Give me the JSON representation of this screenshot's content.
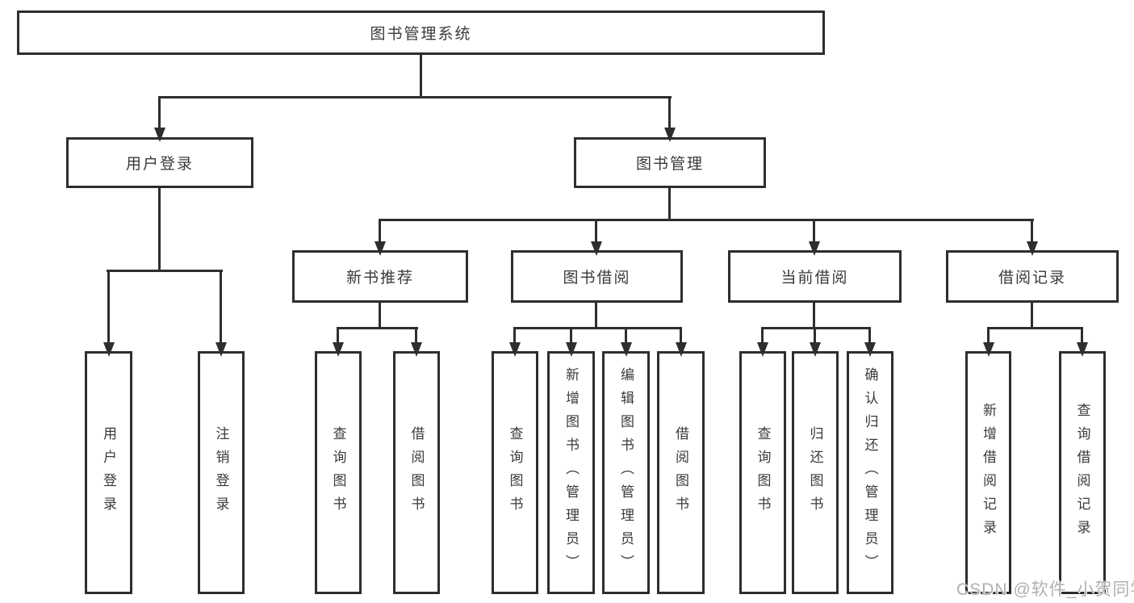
{
  "diagram": {
    "root": {
      "label": "图书管理系统"
    },
    "branches": [
      {
        "label": "用户登录",
        "children": [
          {
            "label": "用户登录"
          },
          {
            "label": "注销登录"
          }
        ]
      },
      {
        "label": "图书管理",
        "children": [
          {
            "label": "新书推荐",
            "children": [
              {
                "label": "查询图书"
              },
              {
                "label": "借阅图书"
              }
            ]
          },
          {
            "label": "图书借阅",
            "children": [
              {
                "label": "查询图书"
              },
              {
                "label": "新增图书（管理员）"
              },
              {
                "label": "编辑图书（管理员）"
              },
              {
                "label": "借阅图书"
              }
            ]
          },
          {
            "label": "当前借阅",
            "children": [
              {
                "label": "查询图书"
              },
              {
                "label": "归还图书"
              },
              {
                "label": "确认归还（管理员）"
              }
            ]
          },
          {
            "label": "借阅记录",
            "children": [
              {
                "label": "新增借阅记录"
              },
              {
                "label": "查询借阅记录"
              }
            ]
          }
        ]
      }
    ]
  },
  "watermark": {
    "text": "CSDN @软件_小贺同学"
  },
  "colors": {
    "line": "#2e2e2e",
    "text": "#3a3a3a",
    "background": "#ffffff",
    "watermark_text": "#b0b0b0"
  }
}
